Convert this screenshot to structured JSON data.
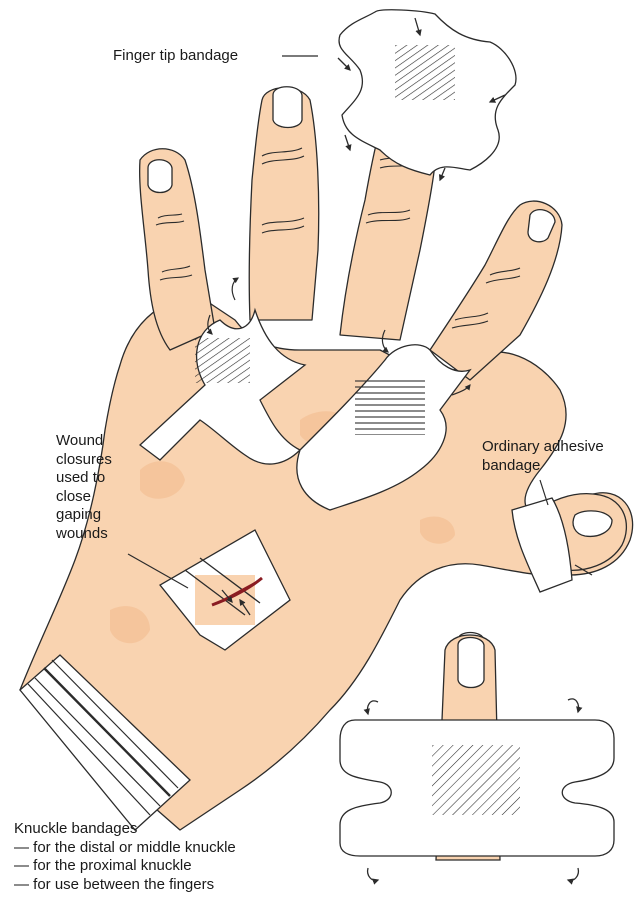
{
  "labels": {
    "finger_tip": "Finger tip bandage",
    "ordinary_adhesive": [
      "Ordinary adhesive",
      "bandage"
    ],
    "wound_closures": [
      "Wound",
      "closures",
      "used to",
      "close",
      "gaping",
      "wounds"
    ],
    "knuckle": {
      "title": "Knuckle bandages",
      "items": [
        "— for the distal or middle knuckle",
        "— for the proximal knuckle",
        "— for use between the fingers"
      ]
    }
  },
  "colors": {
    "skin": "#f9d3b0",
    "skin_shadow": "#f2b98c",
    "outline": "#2b2b2b",
    "bandage": "#ffffff",
    "wound": "#8a1c22",
    "nail": "#ffffff"
  }
}
